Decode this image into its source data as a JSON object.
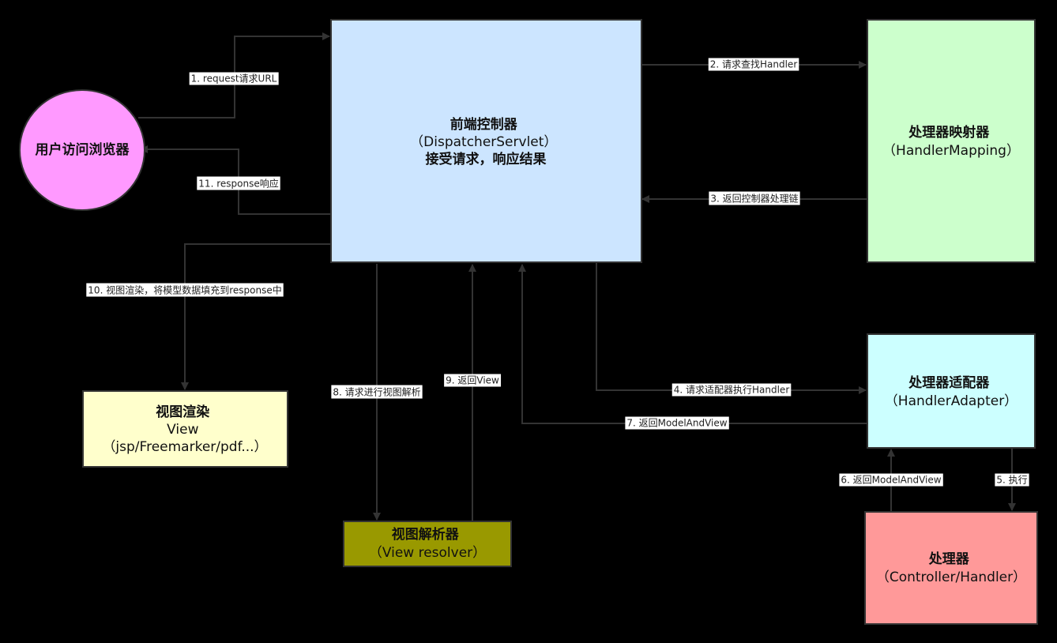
{
  "nodes": {
    "browser": {
      "lines": [
        "用户访问浏览器"
      ],
      "color": "#ff99ff"
    },
    "dispatcher": {
      "lines": [
        "前端控制器",
        "（DispatcherServlet）",
        "接受请求，响应结果"
      ],
      "color": "#cce5ff"
    },
    "handler_mapping": {
      "lines": [
        "处理器映射器",
        "（HandlerMapping）"
      ],
      "color": "#ccffcc"
    },
    "handler_adapter": {
      "lines": [
        "处理器适配器",
        "（HandlerAdapter）"
      ],
      "color": "#ccffff"
    },
    "handler": {
      "lines": [
        "处理器",
        "（Controller/Handler）"
      ],
      "color": "#ff9999"
    },
    "view_render": {
      "lines": [
        "视图渲染",
        "View",
        "（jsp/Freemarker/pdf...）"
      ],
      "color": "#ffffcc"
    },
    "view_resolver": {
      "lines": [
        "视图解析器",
        "（View resolver）"
      ],
      "color": "#999900"
    }
  },
  "edges": {
    "e1": "1. request请求URL",
    "e2": "2. 请求查找Handler",
    "e3": "3. 返回控制器处理链",
    "e4": "4. 请求适配器执行Handler",
    "e5": "5. 执行",
    "e6": "6. 返回ModelAndView",
    "e7": "7. 返回ModelAndView",
    "e8": "8. 请求进行视图解析",
    "e9": "9. 返回View",
    "e10": "10. 视图渲染，将模型数据填充到response中",
    "e11": "11. response响应"
  }
}
